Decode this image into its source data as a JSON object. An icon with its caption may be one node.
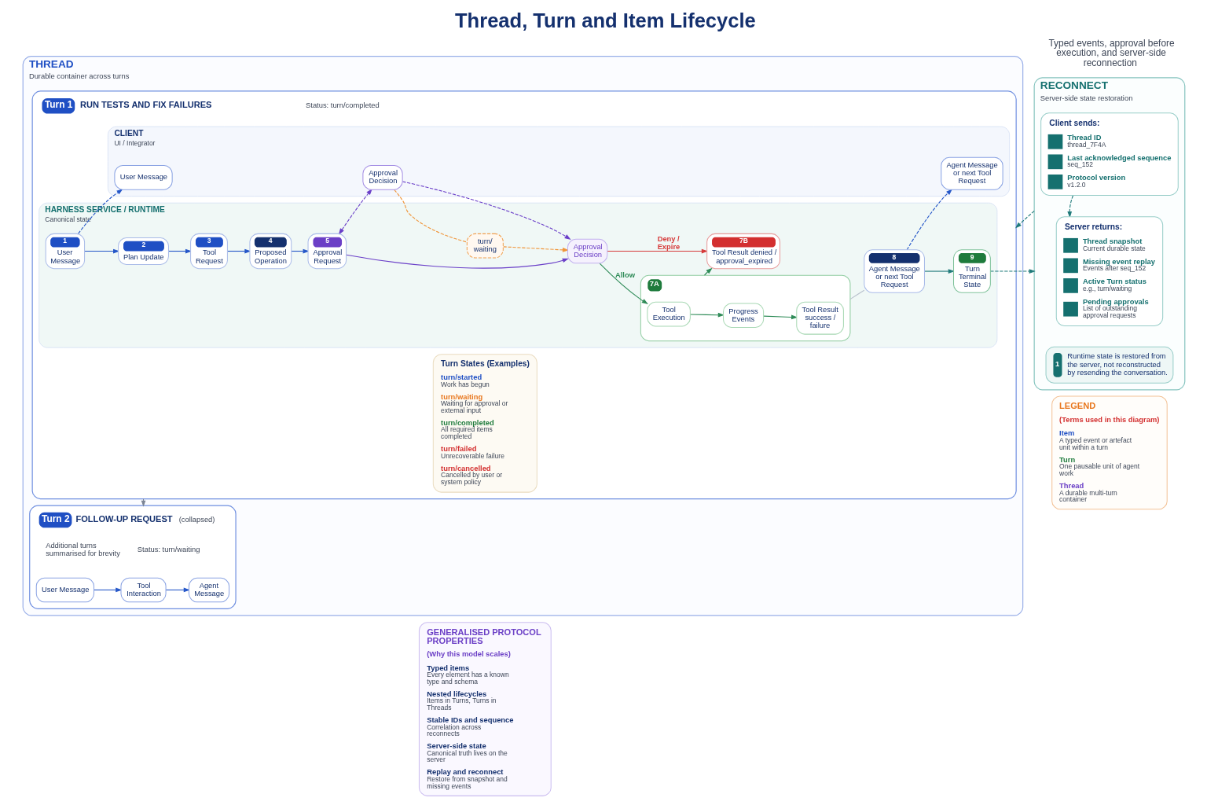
{
  "diagram": {
    "title": "Thread, Turn and Item Lifecycle",
    "nodes": [
      {
        "text": [
          "THREAD",
          "Durable container across turns"
        ]
      },
      {
        "text": [
          "Turn 1",
          "RUN TESTS AND FIX FAILURES",
          "Status: turn/completed"
        ],
        "in": 0
      },
      {
        "text": [
          "CLIENT",
          "UI / Integrator"
        ],
        "in": 1
      },
      {
        "text": [
          "User Message"
        ],
        "in": 2
      },
      {
        "text": [
          "Approval Decision"
        ],
        "in": 2
      },
      {
        "text": [
          "Agent Message or next Tool Request"
        ],
        "in": 2
      },
      {
        "text": [
          "HARNESS SERVICE / RUNTIME",
          "Canonical state"
        ],
        "in": 1
      },
      {
        "text": [
          "1",
          "User Message"
        ],
        "in": 6
      },
      {
        "text": [
          "2",
          "Plan Update"
        ],
        "in": 6
      },
      {
        "text": [
          "3",
          "Tool Request"
        ],
        "in": 6
      },
      {
        "text": [
          "4",
          "Proposed Operation"
        ],
        "in": 6
      },
      {
        "text": [
          "5",
          "Approval Request"
        ],
        "in": 6
      },
      {
        "text": [
          "turn/ waiting"
        ],
        "in": 6
      },
      {
        "text": [
          "Approval Decision"
        ],
        "in": 6
      },
      {
        "text": [
          "7A"
        ],
        "in": 6
      },
      {
        "text": [
          "Tool Execution"
        ],
        "in": 14
      },
      {
        "text": [
          "Progress Events"
        ],
        "in": 14
      },
      {
        "text": [
          "Tool Result success / failure"
        ],
        "in": 14
      },
      {
        "text": [
          "7B",
          "Tool Result denied / approval_expired"
        ],
        "in": 6
      },
      {
        "text": [
          "8",
          "Agent Message or next Tool Request"
        ],
        "in": 6
      },
      {
        "text": [
          "9",
          "Turn Terminal State"
        ],
        "in": 6
      },
      {
        "text": [
          "Turn States (Examples)",
          "turn/started",
          "Work has begun",
          "turn/waiting",
          "Waiting for approval or external input",
          "turn/completed",
          "All required items completed",
          "turn/failed",
          "Unrecoverable failure",
          "turn/cancelled",
          "Cancelled by user or system policy"
        ],
        "in": 1
      },
      {
        "text": [
          "Turn 2",
          "FOLLOW-UP REQUEST",
          "(collapsed)",
          "Additional turns summarised for brevity",
          "Status: turn/waiting"
        ],
        "in": 0
      },
      {
        "text": [
          "User Message"
        ],
        "in": 22
      },
      {
        "text": [
          "Tool Interaction"
        ],
        "in": 22
      },
      {
        "text": [
          "Agent Message"
        ],
        "in": 22
      },
      {
        "text": [
          "RECONNECT",
          "Server-side state restoration"
        ]
      },
      {
        "text": [
          "Client sends:",
          "Thread ID",
          "thread_7F4A",
          "Last acknowledged sequence",
          "seq_152",
          "Protocol version",
          "v1.2.0"
        ],
        "in": 26
      },
      {
        "text": [
          "Server returns:",
          "Thread snapshot",
          "Current durable state",
          "Missing event replay",
          "Events after seq_152",
          "Active Turn status",
          "e.g., turn/waiting",
          "Pending approvals",
          "List of outstanding approval requests"
        ],
        "in": 26
      },
      {
        "text": [
          "1",
          "Runtime state is restored from the server, not reconstructed by resending the conversation."
        ],
        "in": 26
      },
      {
        "text": [
          "GENERALISED PROTOCOL PROPERTIES",
          "(Why this model scales)",
          "Typed items",
          "Every element has a known type and schema",
          "Nested lifecycles",
          "Items in Turns, Turns in Threads",
          "Stable IDs and sequence",
          "Correlation across reconnects",
          "Server-side state",
          "Canonical truth lives on the server",
          "Replay and reconnect",
          "Restore from snapshot and missing events"
        ]
      },
      {
        "text": [
          "LEGEND",
          "(Terms used in this diagram)",
          "Item",
          "A typed event or artefact unit within a turn",
          "Turn",
          "One pausable unit of agent work",
          "Thread",
          "A durable multi-turn container"
        ]
      }
    ],
    "edges": [
      {
        "from": 7,
        "to": 3,
        "arrow": "to",
        "style": "dashed"
      },
      {
        "from": 7,
        "to": 8,
        "arrow": "to"
      },
      {
        "from": 8,
        "to": 9,
        "arrow": "to"
      },
      {
        "from": 9,
        "to": 10,
        "arrow": "to"
      },
      {
        "from": 10,
        "to": 11,
        "arrow": "to"
      },
      {
        "from": 11,
        "to": 13,
        "arrow": "to",
        "color": "#6a3fc8"
      },
      {
        "from": 11,
        "to": 4,
        "arrow": "both",
        "style": "dashed",
        "color": "#6a3fc8"
      },
      {
        "from": 4,
        "to": 12,
        "arrow": "none",
        "style": "dashed",
        "color": "#f0953a"
      },
      {
        "from": 12,
        "to": 13,
        "arrow": "to",
        "style": "dashed",
        "color": "#f0953a"
      },
      {
        "from": 4,
        "to": 13,
        "arrow": "to",
        "style": "dashed",
        "color": "#6a3fc8"
      },
      {
        "from": 13,
        "to": 15,
        "arrow": "to",
        "label": "Allow",
        "color": "#2e8b57"
      },
      {
        "from": 13,
        "to": 18,
        "arrow": "to",
        "label": "Deny / Expire",
        "color": "#d63a3a"
      },
      {
        "from": 15,
        "to": 16,
        "arrow": "to",
        "color": "#2e8b57"
      },
      {
        "from": 16,
        "to": 17,
        "arrow": "to",
        "color": "#2e8b57"
      },
      {
        "from": 14,
        "to": 18,
        "arrow": "to",
        "color": "#2e8b57"
      },
      {
        "from": 14,
        "to": 19,
        "arrow": "none",
        "color": "#b8c0cc"
      },
      {
        "from": 19,
        "to": 5,
        "arrow": "to",
        "style": "dashed"
      },
      {
        "from": 19,
        "to": 20,
        "arrow": "to",
        "color": "#1f7a7a"
      },
      {
        "from": 20,
        "to": 26,
        "arrow": "to",
        "style": "dashed",
        "color": "#1f7a7a"
      },
      {
        "from": 26,
        "to": 1,
        "arrow": "to",
        "style": "dashed",
        "color": "#1f7a7a"
      },
      {
        "from": 27,
        "to": 28,
        "arrow": "to",
        "style": "dashed",
        "color": "#1f7a7a"
      },
      {
        "from": 1,
        "to": 22,
        "arrow": "to",
        "color": "#7b8494"
      },
      {
        "from": 23,
        "to": 24,
        "arrow": "to"
      },
      {
        "from": 24,
        "to": 25,
        "arrow": "to"
      }
    ],
    "labels": [
      "Typed events, approval before execution, and server-side reconnection"
    ]
  }
}
